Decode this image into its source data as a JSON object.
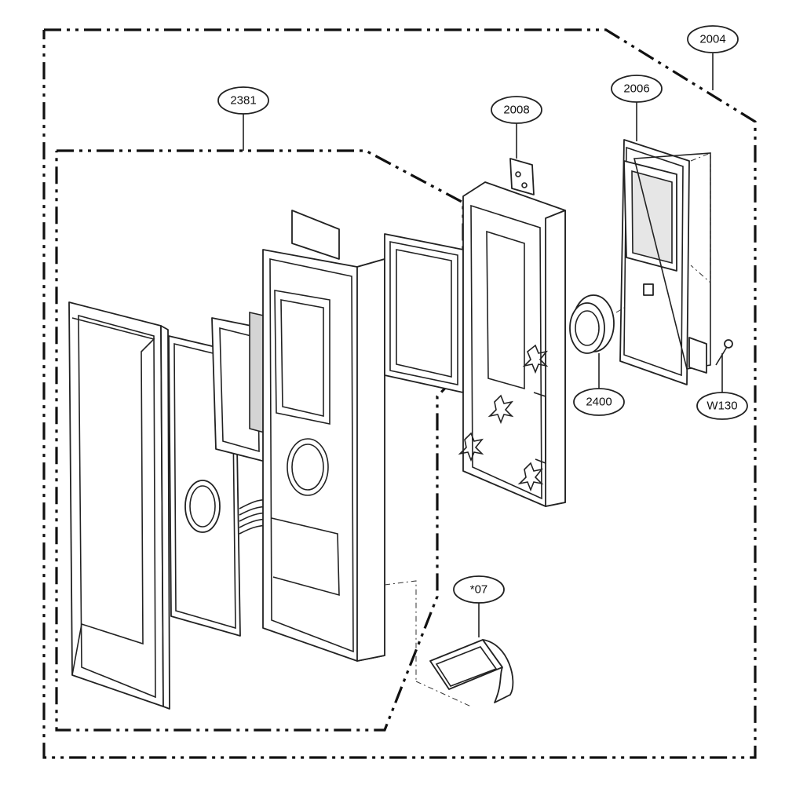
{
  "callouts": {
    "c2004": "2004",
    "c2381": "2381",
    "c2008": "2008",
    "c2006": "2006",
    "c2400": "2400",
    "cW130": "W130",
    "c07": "*07"
  },
  "colors": {
    "line": "#222222",
    "window_fill": "#d4d4d4",
    "display_fill": "#e6e6e6"
  }
}
